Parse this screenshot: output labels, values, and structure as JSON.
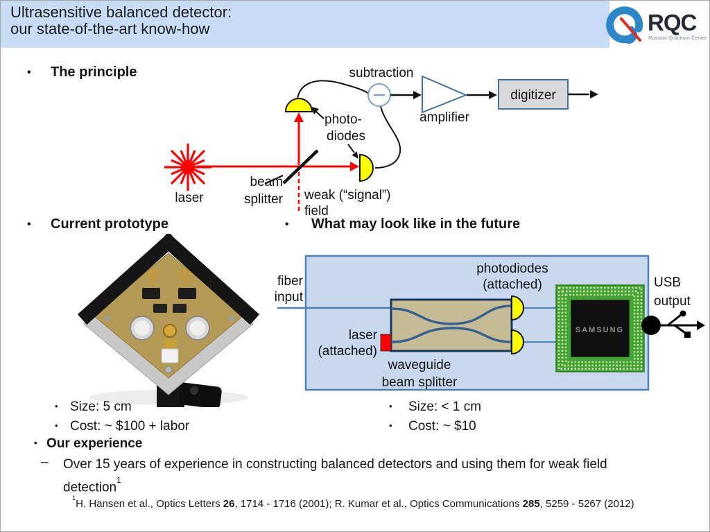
{
  "slide": {
    "title_line1": "Ultrasensitive balanced detector:",
    "title_line2": "our state-of-the-art know-how"
  },
  "logo": {
    "acronym": "RQC",
    "subtitle": "Russian Quantum Center"
  },
  "colors": {
    "header_bg": "#c8dcf6",
    "box_fill": "#c8d8ee",
    "box_border": "#4f81bd",
    "waveguide_fill": "#c5bc95",
    "waveguide_border": "#17365d",
    "photodiode_yellow": "#ffff00",
    "laser_red": "#fe0000",
    "digitizer_fill": "#d9d9d9",
    "diagram_blue": "#41719c",
    "chip_green": "#44a335"
  },
  "principle": {
    "bullet": "•",
    "heading": "The principle",
    "subtraction": "subtraction",
    "amplifier": "amplifier",
    "digitizer": "digitizer",
    "photodiodes_line1": "photo-",
    "photodiodes_line2": "diodes",
    "laser": "laser",
    "beam_line1": "beam",
    "beam_line2": "splitter",
    "weak_line1": "weak (“signal”)",
    "weak_line2": "field"
  },
  "prototype": {
    "bullet": "•",
    "heading": "Current prototype",
    "size": "Size: 5 cm",
    "cost": "Cost: ~ $100 + labor"
  },
  "future": {
    "bullet": "•",
    "heading": "What may look like in the future",
    "fiber_line1": "fiber",
    "fiber_line2": "input",
    "photodiodes_line1": "photodiodes",
    "photodiodes_line2": "(attached)",
    "laser_line1": "laser",
    "laser_line2": "(attached)",
    "waveguide_line1": "waveguide",
    "waveguide_line2": "beam splitter",
    "usb_line1": "USB",
    "usb_line2": "output",
    "chip_brand": "SAMSUNG",
    "size": "Size: < 1 cm",
    "cost": "Cost: ~ $10"
  },
  "experience": {
    "bullet": "•",
    "heading": "Our experience",
    "dash": "–",
    "text": "Over 15 years of experience in constructing balanced detectors and using them for weak field detection",
    "superscript": "1"
  },
  "footnote": {
    "superscript": "1",
    "part1": "H. Hansen et al., Optics Letters ",
    "vol1": "26",
    "part2": ", 1714 - 1716 (2001); R. Kumar et al., Optics Communications ",
    "vol2": "285",
    "part3": ", 5259 - 5267 (2012)"
  }
}
